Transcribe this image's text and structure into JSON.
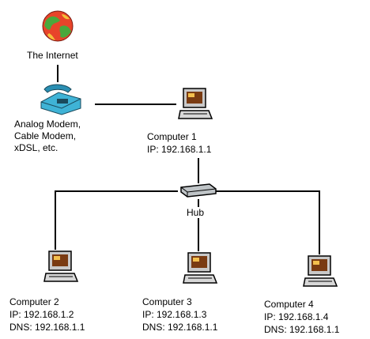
{
  "diagram": {
    "internet": {
      "label": "The Internet",
      "icon": "globe-icon"
    },
    "modem": {
      "lines": [
        "Analog Modem,",
        "Cable Modem,",
        "xDSL, etc."
      ],
      "icon": "telephone-modem-icon"
    },
    "computer1": {
      "name": "Computer 1",
      "ip": "IP: 192.168.1.1",
      "icon": "computer-icon"
    },
    "hub": {
      "label": "Hub",
      "icon": "hub-icon"
    },
    "computers": [
      {
        "name": "Computer 2",
        "ip": "IP: 192.168.1.2",
        "dns": "DNS: 192.168.1.1",
        "icon": "computer-icon"
      },
      {
        "name": "Computer 3",
        "ip": "IP: 192.168.1.3",
        "dns": "DNS: 192.168.1.1",
        "icon": "computer-icon"
      },
      {
        "name": "Computer 4",
        "ip": "IP: 192.168.1.4",
        "dns": "DNS: 192.168.1.1",
        "icon": "computer-icon"
      }
    ]
  }
}
